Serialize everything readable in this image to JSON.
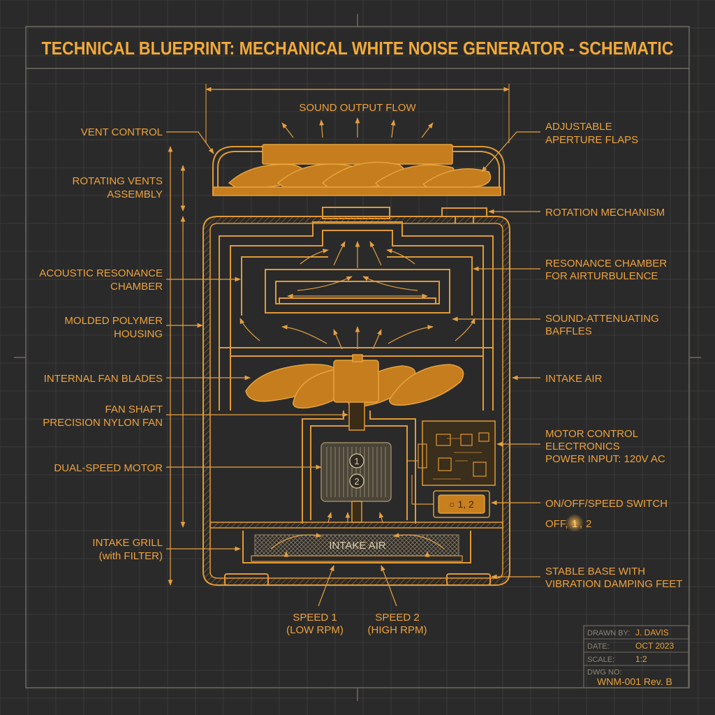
{
  "title": "TECHNICAL BLUEPRINT: MECHANICAL WHITE NOISE GENERATOR - SCHEMATIC",
  "labels": {
    "sound_output_flow": "SOUND OUTPUT FLOW",
    "vent_control": "VENT CONTROL",
    "rotating_vents_1": "ROTATING VENTS",
    "rotating_vents_2": "ASSEMBLY",
    "acoustic_1": "ACOUSTIC RESONANCE",
    "acoustic_2": "CHAMBER",
    "molded_1": "MOLDED POLYMER",
    "molded_2": "HOUSING",
    "internal_fan_blades": "INTERNAL FAN BLADES",
    "fan_shaft": "FAN SHAFT",
    "precision_nylon_fan": "PRECISION NYLON FAN",
    "dual_speed_motor": "DUAL-SPEED MOTOR",
    "intake_grill_1": "INTAKE GRILL",
    "intake_grill_2": "(with FILTER)",
    "adjustable_1": "ADJUSTABLE",
    "adjustable_2": "APERTURE FLAPS",
    "rotation_mechanism": "ROTATION MECHANISM",
    "resonance_1": "RESONANCE CHAMBER",
    "resonance_2": "FOR AIRTURBULENCE",
    "baffles_1": "SOUND-ATTENUATING",
    "baffles_2": "BAFFLES",
    "intake_air_right": "INTAKE AIR",
    "motor_ctrl_1": "MOTOR CONTROL",
    "motor_ctrl_2": "ELECTRONICS",
    "motor_ctrl_3": "POWER INPUT: 120V AC",
    "switch_label": "ON/OFF/SPEED SWITCH",
    "switch_off": "OFF,",
    "switch_1": "1",
    "switch_comma": ",",
    "switch_2": "2",
    "base_1": "STABLE BASE WITH",
    "base_2": "VIBRATION DAMPING FEET",
    "intake_air_bottom": "INTAKE AIR",
    "speed1_1": "SPEED 1",
    "speed1_2": "(LOW RPM)",
    "speed2_1": "SPEED 2",
    "speed2_2": "(HIGH RPM)",
    "motor_mark_1": "1",
    "motor_mark_2": "2",
    "switch_face": "○ 1, 2"
  },
  "title_block": {
    "drawn_by_key": "DRAWN BY:",
    "drawn_by_val": "J. DAVIS",
    "date_key": "DATE:",
    "date_val": "OCT 2023",
    "scale_key": "SCALE:",
    "scale_val": "1:2",
    "dwg_key": "DWG NO:",
    "dwg_val": "WNM-001 Rev. B"
  },
  "colors": {
    "background": "#2a2a2a",
    "line": "#e29a35",
    "accent_fill": "#c57d1e"
  }
}
